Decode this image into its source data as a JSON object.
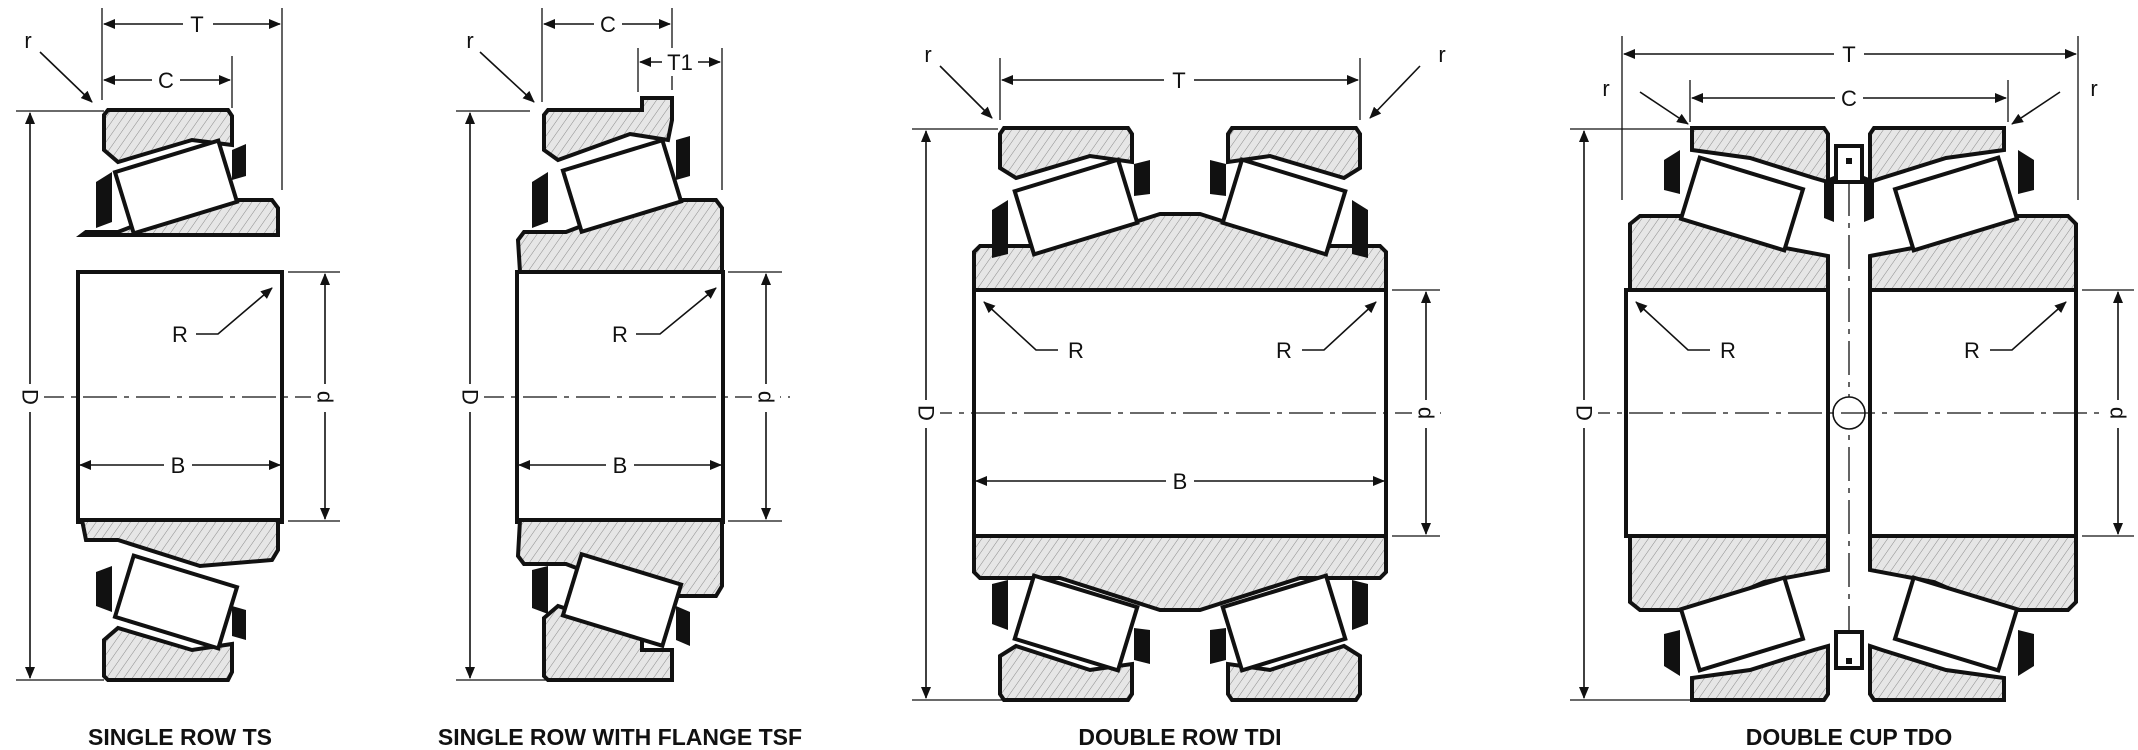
{
  "diagrams": [
    {
      "caption": "SINGLE ROW  TS"
    },
    {
      "caption": "SINGLE ROW WITH FLANGE  TSF"
    },
    {
      "caption": "DOUBLE ROW  TDI"
    },
    {
      "caption": "DOUBLE CUP  TDO"
    }
  ],
  "labels": {
    "T": "T",
    "C": "C",
    "T1": "T1",
    "B": "B",
    "D": "D",
    "d": "d",
    "R": "R",
    "r": "r"
  },
  "colors": {
    "line": "#111111",
    "hatch_fill": "#e6e6e6",
    "background": "#ffffff"
  }
}
